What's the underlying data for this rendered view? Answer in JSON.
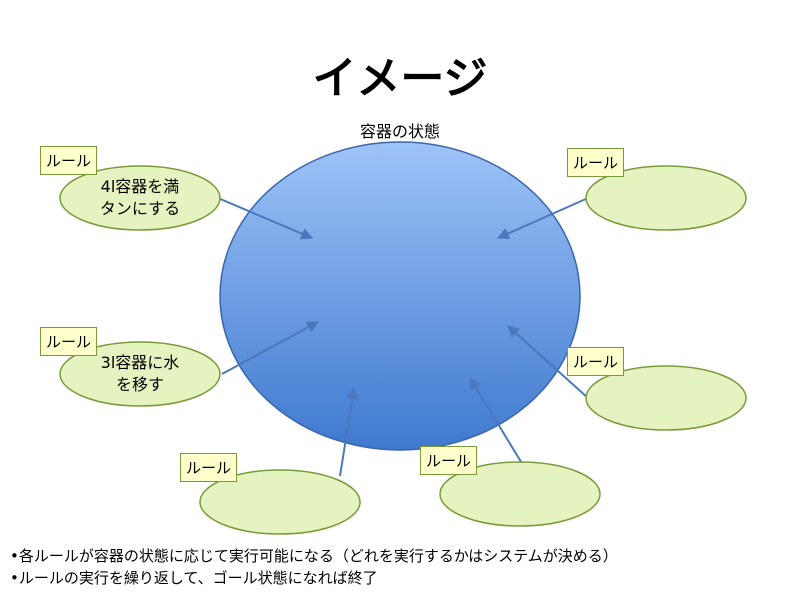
{
  "title": "イメージ",
  "center_label": "容器の状態",
  "rule_label": "ルール",
  "rules": [
    {
      "text_lines": [
        "4l容器を満",
        "タンにする"
      ]
    },
    {
      "text_lines": []
    },
    {
      "text_lines": [
        "3l容器に水",
        "を移す"
      ]
    },
    {
      "text_lines": []
    },
    {
      "text_lines": []
    },
    {
      "text_lines": []
    }
  ],
  "notes": [
    "•各ルールが容器の状態に応じて実行可能になる（どれを実行するかはシステムが決める）",
    "•ルールの実行を繰り返して、ゴール状態になれば終了"
  ],
  "colors": {
    "state_top": "#9ec3f7",
    "state_bottom": "#3f79cf",
    "state_stroke": "#3b66a8",
    "rule_fill": "#e4f3c0",
    "rule_stroke": "#7a9a3a",
    "tag_fill": "#ffffcc",
    "arrow": "#4a78bb"
  }
}
